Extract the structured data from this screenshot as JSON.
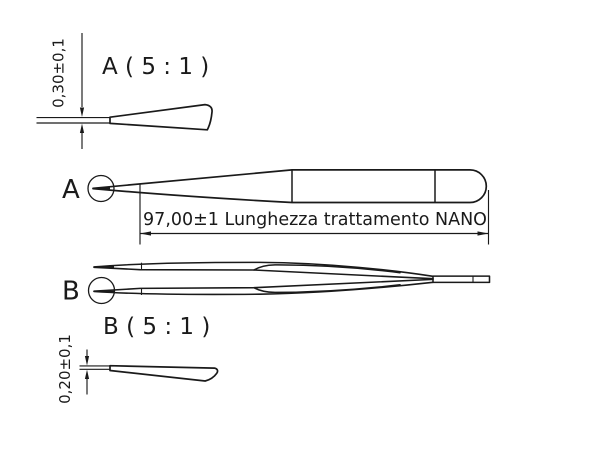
{
  "page": {
    "background": "#ffffff",
    "line_color": "#1a1a1a"
  },
  "views": {
    "detail_a": {
      "label": "A ( 5 : 1 )",
      "thickness_dim": "0,30±0,1"
    },
    "main_view": {
      "label": "A",
      "length_dim": "97,00±1 Lunghezza trattamento NANO"
    },
    "open_view": {
      "label": "B"
    },
    "detail_b": {
      "label": "B ( 5 : 1 )",
      "thickness_dim": "0,20±0,1"
    }
  }
}
